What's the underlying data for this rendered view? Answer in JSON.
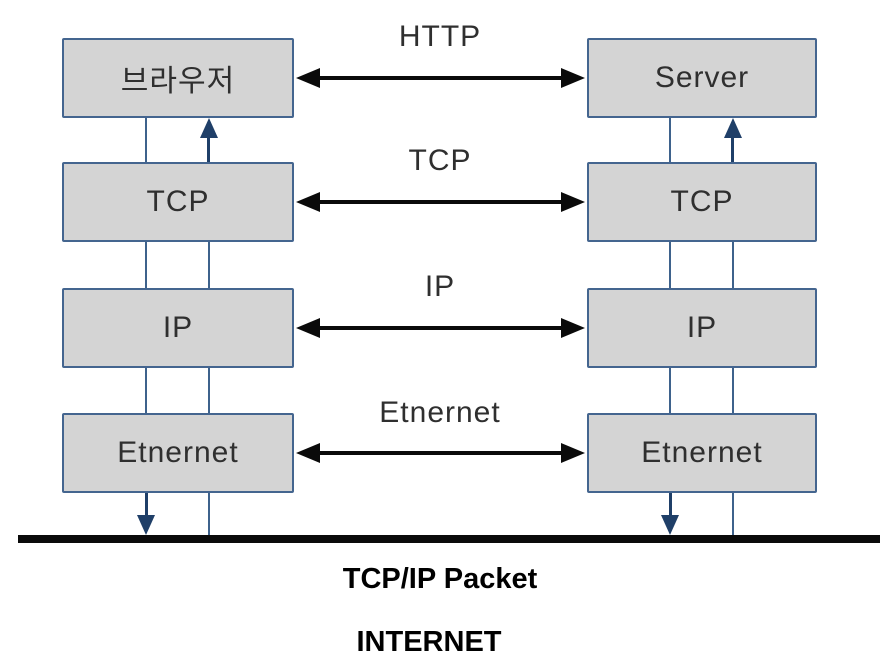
{
  "colors": {
    "box_fill": "#d4d4d4",
    "box_border": "#44658f",
    "connector_line": "#3e628c",
    "connector_arrow": "#1f3f68",
    "arrow_and_bus": "#0a0a0a",
    "label_text": "#2f2f2f",
    "caption_text": "#000000"
  },
  "layers": [
    {
      "protocol_label": "HTTP",
      "left_box": "브라우저",
      "right_box": "Server"
    },
    {
      "protocol_label": "TCP",
      "left_box": "TCP",
      "right_box": "TCP"
    },
    {
      "protocol_label": "IP",
      "left_box": "IP",
      "right_box": "IP"
    },
    {
      "protocol_label": "Etnernet",
      "left_box": "Etnernet",
      "right_box": "Etnernet"
    }
  ],
  "footer": {
    "packet_label": "TCP/IP Packet",
    "internet_label": "INTERNET"
  }
}
